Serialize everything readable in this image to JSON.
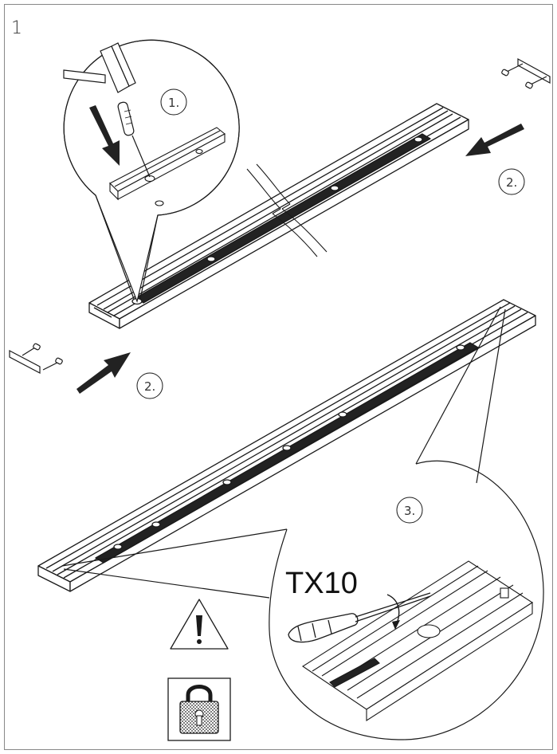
{
  "page": {
    "step_number": "1"
  },
  "callouts": {
    "hammer_screwdriver": "1.",
    "left_clip": "2.",
    "right_clip": "2.",
    "torx_detail": "3."
  },
  "detail": {
    "tool_label": "TX10"
  },
  "icons": {
    "warning": "warning-exclamation-icon",
    "lock": "lock-icon"
  },
  "colors": {
    "line": "#1a1a1a",
    "frame": "#888888",
    "dark_fill": "#222222"
  }
}
